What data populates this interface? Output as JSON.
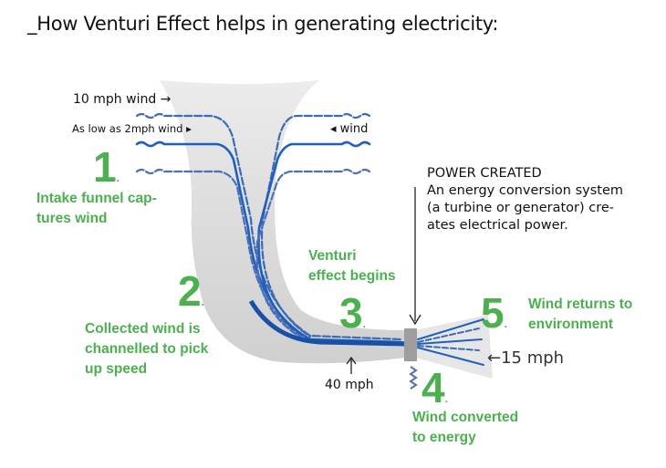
{
  "title": "_How Venturi Effect helps in generating electricity:",
  "wind_labels": {
    "top_left": "10 mph wind",
    "top_left_arrow": "→",
    "low_left": "As low as 2mph wind",
    "low_left_arrow": "▸",
    "right": "wind",
    "right_arrow": "◂",
    "speed_throat": "40 mph",
    "speed_exit": "←15 mph"
  },
  "power": {
    "heading": "POWER CREATED",
    "lines": [
      "An energy conversion system",
      "(a turbine or generator) cre-",
      "ates electrical power."
    ]
  },
  "steps": [
    {
      "number": "1",
      "lines": [
        "Intake funnel cap-",
        "tures wind"
      ]
    },
    {
      "number": "2",
      "lines": [
        "Collected wind is",
        "channelled to pick",
        "up speed"
      ]
    },
    {
      "number": "3",
      "lines": [
        "Venturi",
        "effect begins"
      ]
    },
    {
      "number": "4",
      "lines": [
        "Wind converted",
        "to energy"
      ]
    },
    {
      "number": "5",
      "lines": [
        "Wind returns to",
        "environment"
      ]
    }
  ],
  "colors": {
    "step_green": "#4caf50",
    "flow_blue": "#1f5fbf",
    "funnel_gray": "#d3d3d3",
    "turbine_gray": "#9e9e9e"
  }
}
